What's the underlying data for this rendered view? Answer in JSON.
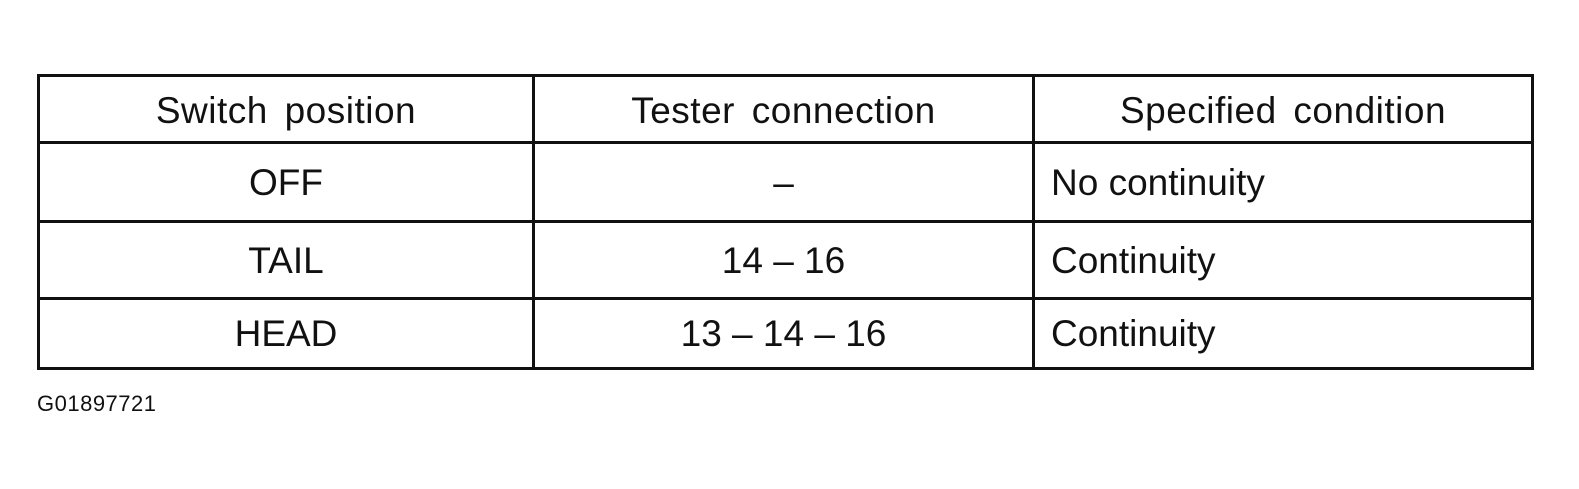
{
  "table": {
    "headers": [
      "Switch position",
      "Tester connection",
      "Specified condition"
    ],
    "rows": [
      {
        "switch_position": "OFF",
        "tester_connection": "–",
        "specified_condition": "No continuity"
      },
      {
        "switch_position": "TAIL",
        "tester_connection": "14 – 16",
        "specified_condition": "Continuity"
      },
      {
        "switch_position": "HEAD",
        "tester_connection": "13 – 14 – 16",
        "specified_condition": "Continuity"
      }
    ]
  },
  "figure_id": "G01897721"
}
